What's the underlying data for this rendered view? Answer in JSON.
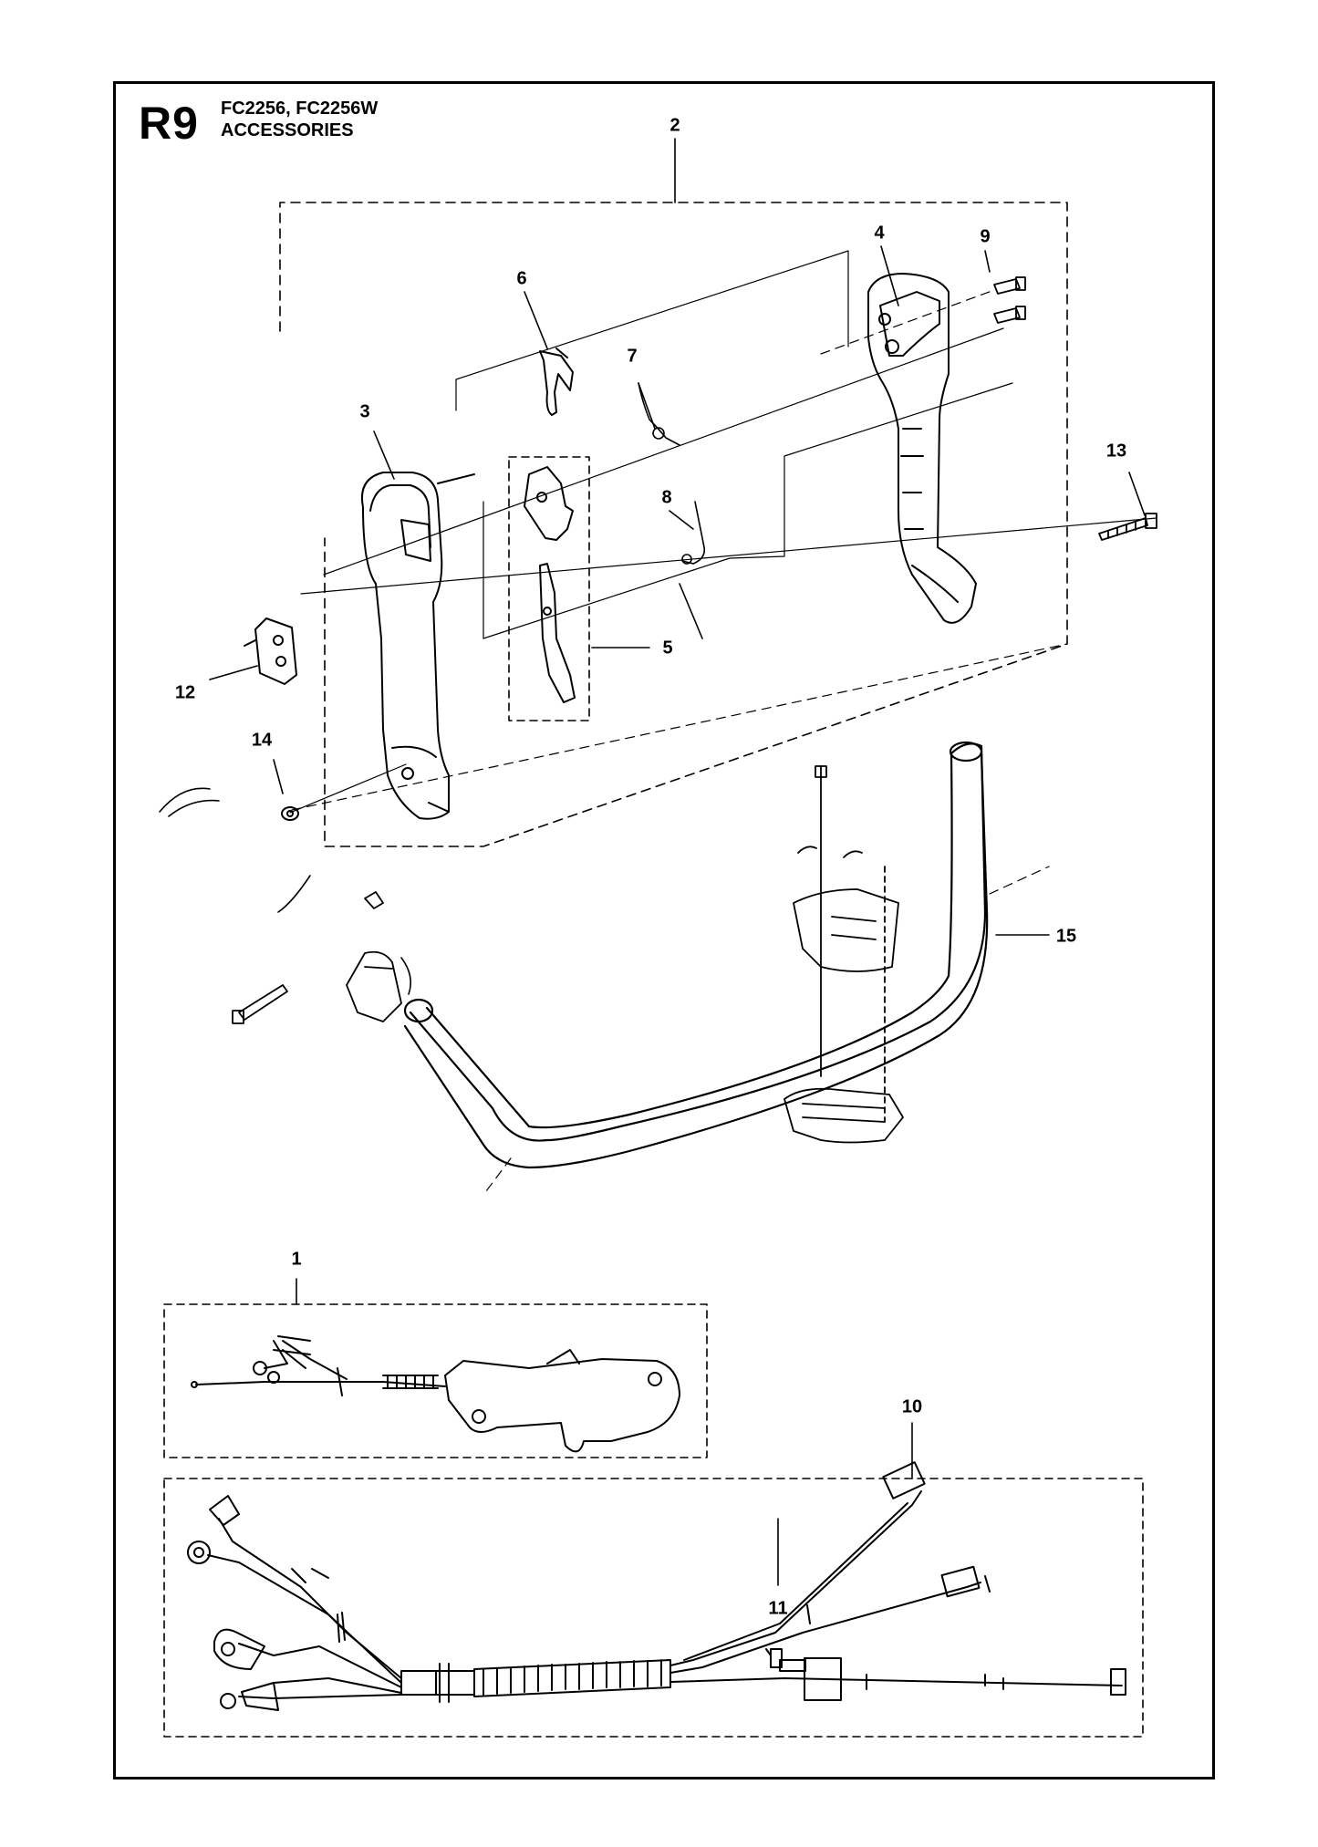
{
  "header": {
    "section_code": "R9",
    "models": "FC2256, FC2256W",
    "section_title": "ACCESSORIES"
  },
  "callouts": [
    {
      "id": "c1",
      "label": "1"
    },
    {
      "id": "c2",
      "label": "2"
    },
    {
      "id": "c3",
      "label": "3"
    },
    {
      "id": "c4",
      "label": "4"
    },
    {
      "id": "c5",
      "label": "5"
    },
    {
      "id": "c6",
      "label": "6"
    },
    {
      "id": "c7",
      "label": "7"
    },
    {
      "id": "c8",
      "label": "8"
    },
    {
      "id": "c9",
      "label": "9"
    },
    {
      "id": "c10",
      "label": "10"
    },
    {
      "id": "c11",
      "label": "11"
    },
    {
      "id": "c12",
      "label": "12"
    },
    {
      "id": "c13",
      "label": "13"
    },
    {
      "id": "c14",
      "label": "14"
    },
    {
      "id": "c15",
      "label": "15"
    }
  ]
}
